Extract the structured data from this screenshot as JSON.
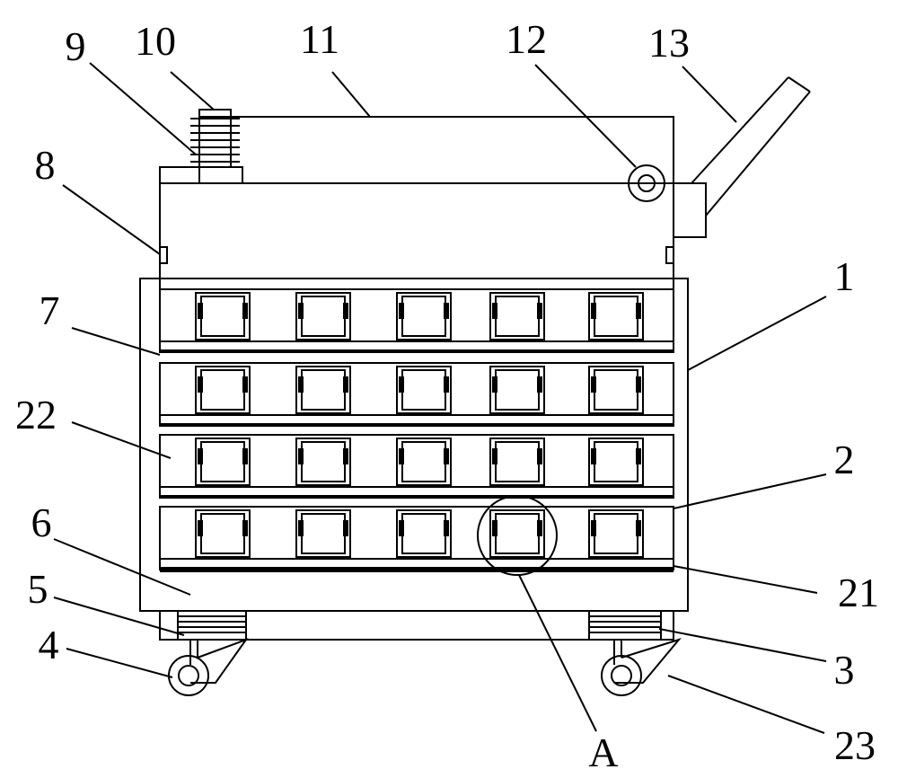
{
  "labels": {
    "l1": "1",
    "l2": "2",
    "l3": "3",
    "l4": "4",
    "l5": "5",
    "l6": "6",
    "l7": "7",
    "l8": "8",
    "l9": "9",
    "l10": "10",
    "l11": "11",
    "l12": "12",
    "l13": "13",
    "l21": "21",
    "l22": "22",
    "l23": "23",
    "lA": "A"
  },
  "grid": {
    "rows": 4,
    "columns": 5
  },
  "colors": {
    "line": "#000000",
    "background": "#ffffff"
  }
}
